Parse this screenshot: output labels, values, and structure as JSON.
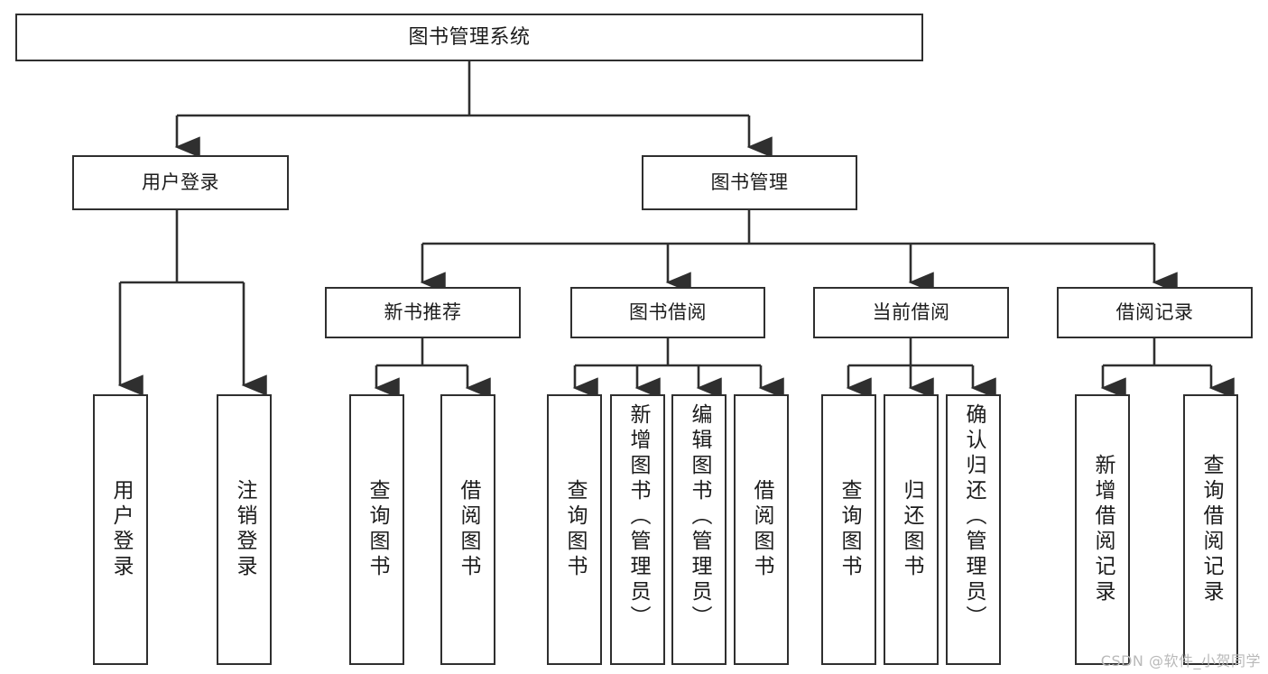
{
  "diagram": {
    "title": "图书管理系统",
    "watermark": "CSDN @软件_小贺同学",
    "stroke_color": "#2f2f2f",
    "background_color": "#ffffff",
    "text_color": "#1c1c1c",
    "levels": {
      "root": {
        "label": "图书管理系统"
      },
      "level2": [
        {
          "label": "用户登录"
        },
        {
          "label": "图书管理"
        }
      ],
      "level3": [
        {
          "label": "新书推荐"
        },
        {
          "label": "图书借阅"
        },
        {
          "label": "当前借阅"
        },
        {
          "label": "借阅记录"
        }
      ],
      "leaves": {
        "user_login": [
          {
            "label": "用户登录"
          },
          {
            "label": "注销登录"
          }
        ],
        "new_book": [
          {
            "label": "查询图书"
          },
          {
            "label": "借阅图书"
          }
        ],
        "borrow": [
          {
            "label": "查询图书"
          },
          {
            "label": "新增图书（管理员）"
          },
          {
            "label": "编辑图书（管理员）"
          },
          {
            "label": "借阅图书"
          }
        ],
        "current": [
          {
            "label": "查询图书"
          },
          {
            "label": "归还图书"
          },
          {
            "label": "确认归还（管理员）"
          }
        ],
        "records": [
          {
            "label": "新增借阅记录"
          },
          {
            "label": "查询借阅记录"
          }
        ]
      }
    }
  }
}
